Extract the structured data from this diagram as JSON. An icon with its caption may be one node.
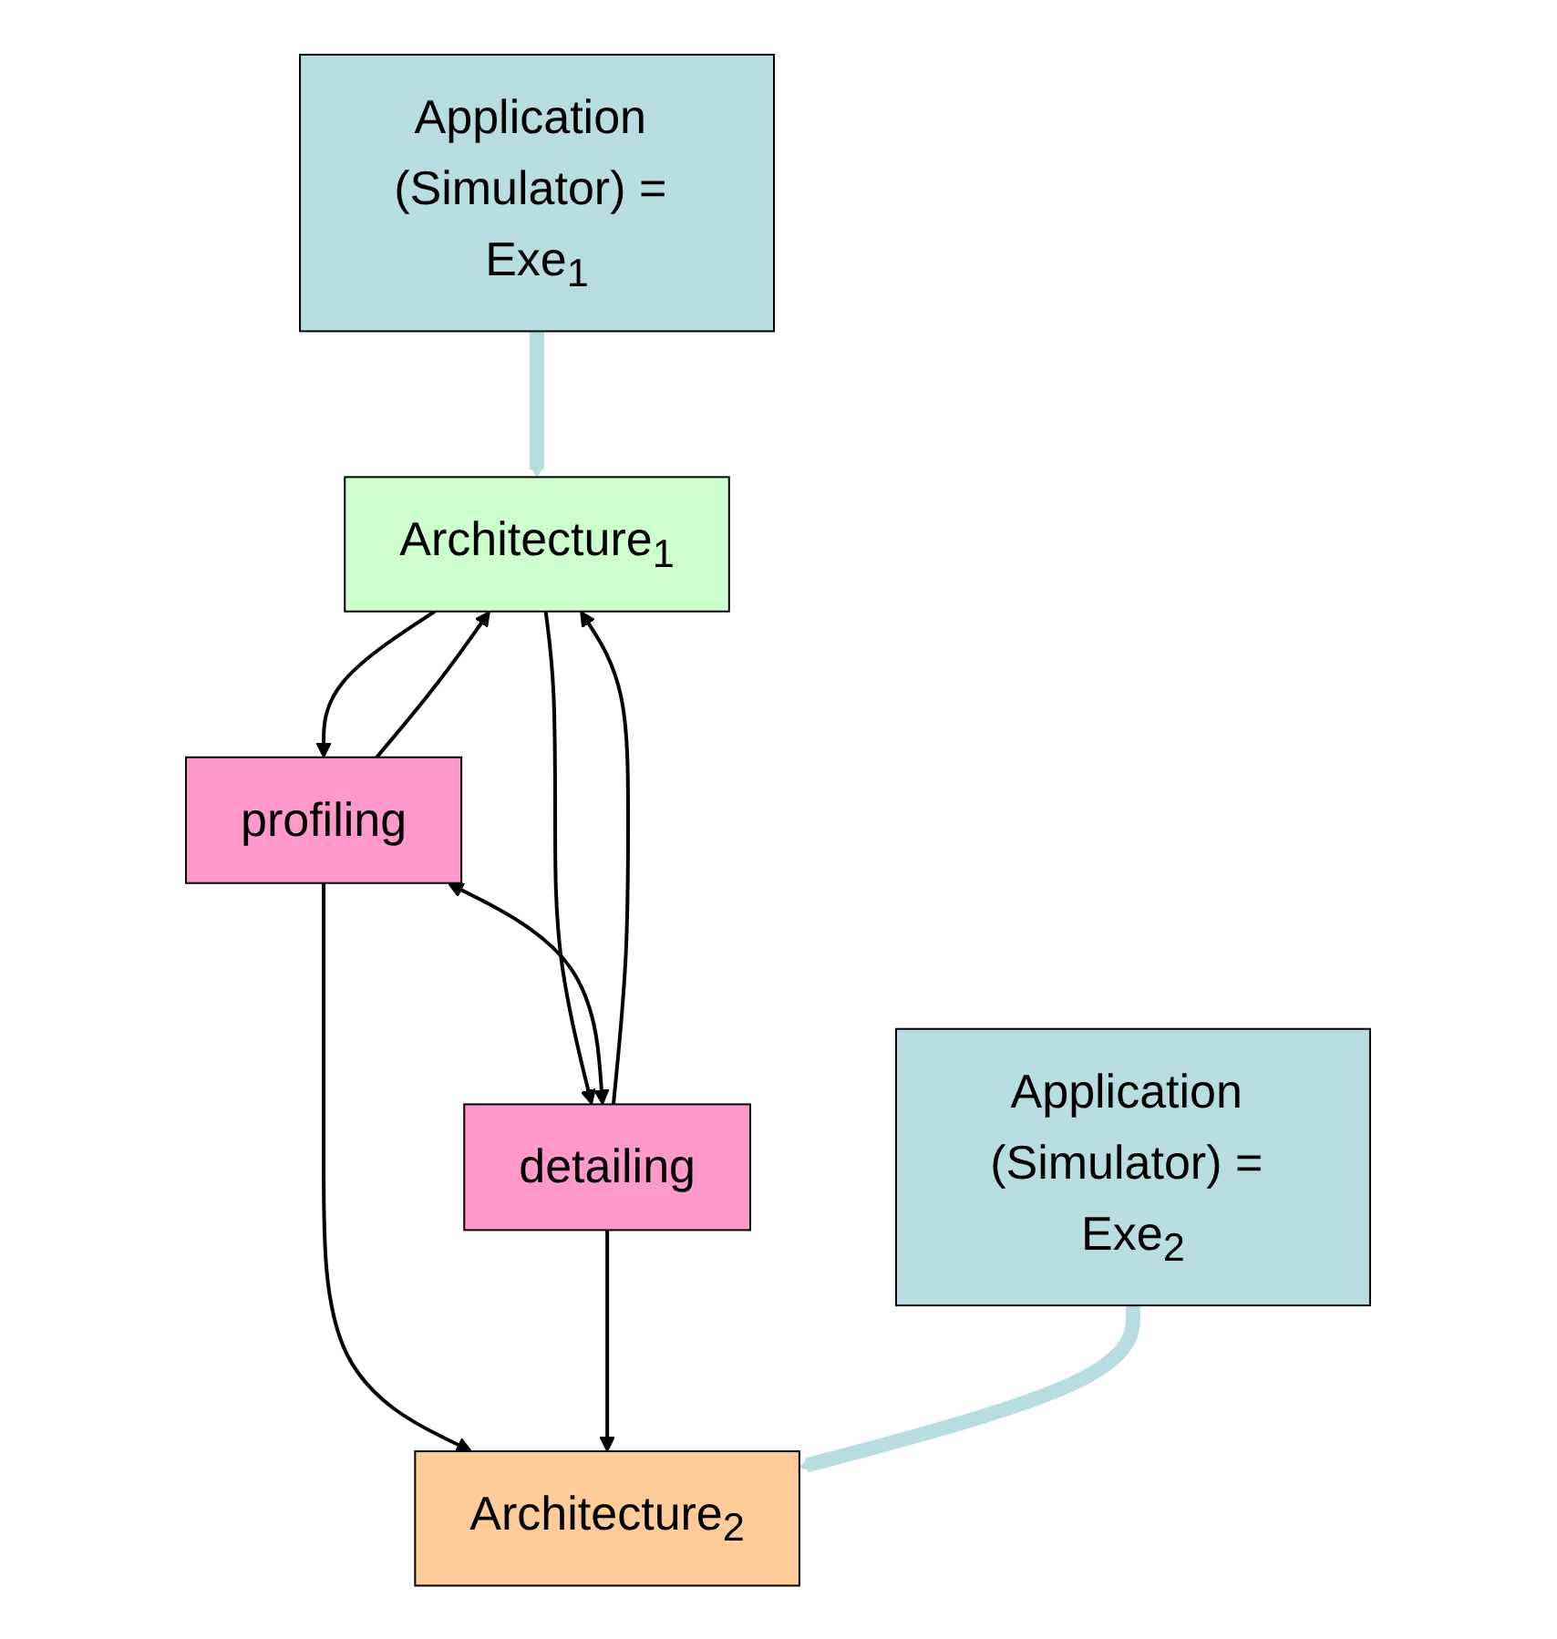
{
  "diagram": {
    "nodes": [
      {
        "text": [
          "Application (Simulator) = Exe$_{1}$"
        ]
      },
      {
        "text": [
          "Architecture$_{1}$"
        ]
      },
      {
        "text": [
          "profiling"
        ]
      },
      {
        "text": [
          "detailing"
        ]
      },
      {
        "text": [
          "Architecture$_{2}$"
        ]
      },
      {
        "text": [
          "Application (Simulator) = Exe$_{2}$"
        ]
      }
    ],
    "edges": [
      {
        "from": 0,
        "to": 1,
        "arrow": "to",
        "style": "thick",
        "color": "#b7dde0"
      },
      {
        "from": 1,
        "to": 2,
        "arrow": "to"
      },
      {
        "from": 1,
        "to": 3,
        "arrow": "to"
      },
      {
        "from": 2,
        "to": 1,
        "arrow": "to"
      },
      {
        "from": 3,
        "to": 1,
        "arrow": "to"
      },
      {
        "from": 2,
        "to": 3,
        "arrow": "both"
      },
      {
        "from": 2,
        "to": 4,
        "arrow": "to"
      },
      {
        "from": 3,
        "to": 4,
        "arrow": "to"
      },
      {
        "from": 5,
        "to": 4,
        "arrow": "to",
        "style": "thick",
        "color": "#b7dde0"
      }
    ]
  }
}
